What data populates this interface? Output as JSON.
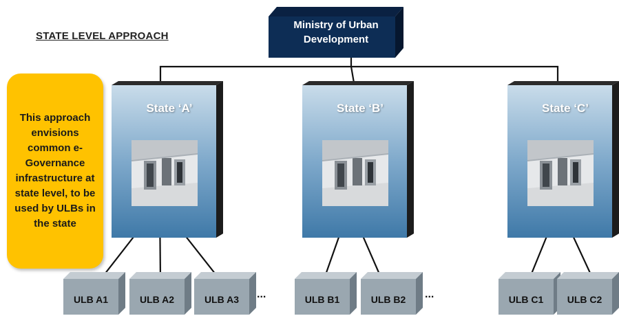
{
  "heading": "STATE LEVEL APPROACH",
  "ministry": {
    "line1": "Ministry of Urban",
    "line2": "Development"
  },
  "note": "This approach envisions common e-Governance infrastructure at state level, to be used by ULBs in the state",
  "states": [
    {
      "title": "State ‘A’"
    },
    {
      "title": "State ‘B’"
    },
    {
      "title": "State ‘C’"
    }
  ],
  "ulbs": [
    "ULB A1",
    "ULB A2",
    "ULB A3",
    "ULB B1",
    "ULB B2",
    "ULB C1",
    "ULB C2"
  ],
  "ellipsis": "...",
  "colors": {
    "ministry": "#0d2d55",
    "note": "#ffc200",
    "state_top": "#c9dcea",
    "state_bottom": "#3f79a8",
    "ulb": "#9aa7b0"
  }
}
